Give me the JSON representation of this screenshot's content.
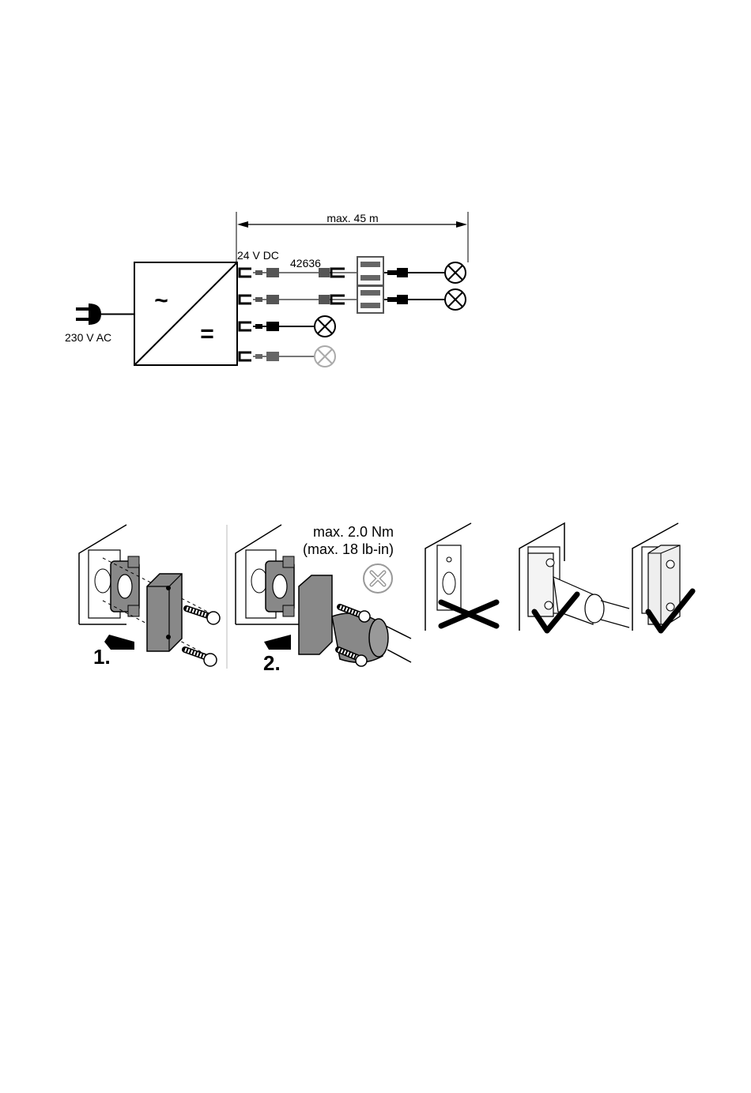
{
  "wiring": {
    "distance_label": "max. 45 m",
    "output_voltage": "24 V DC",
    "cable_part": "42636",
    "input_voltage": "230 V AC",
    "ac_symbol": "~",
    "dc_symbol": "="
  },
  "mounting": {
    "step1": "1.",
    "step2": "2.",
    "torque_line1": "max. 2.0 Nm",
    "torque_line2": "(max. 18 lb-in)"
  }
}
